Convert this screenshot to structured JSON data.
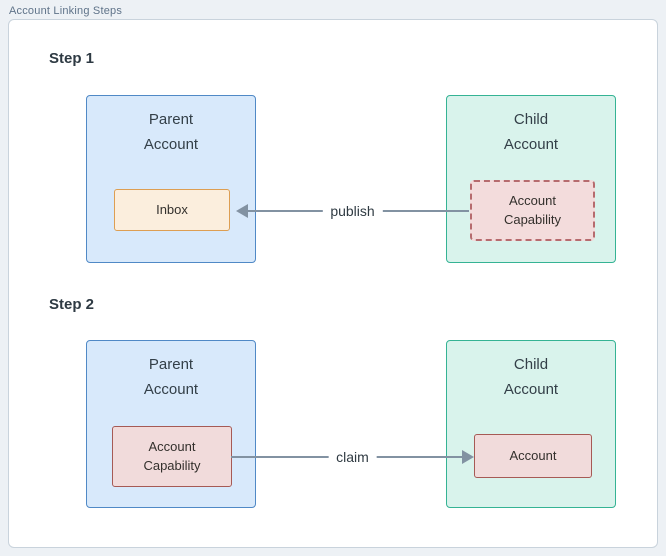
{
  "title": "Account Linking Steps",
  "colors": {
    "background": "#edf1f5",
    "panel": "#ffffff",
    "panel_border": "#c9d3dc",
    "parent_fill": "#d8e9fb",
    "parent_border": "#5089c6",
    "child_fill": "#d9f3ec",
    "child_border": "#35b394",
    "inbox_fill": "#fbeedd",
    "inbox_border": "#dd9e52",
    "capability_fill": "#f1dbdb",
    "capability_border": "#a65a55",
    "arrow": "#8292a2",
    "text": "#333333"
  },
  "steps": [
    {
      "heading": "Step 1",
      "parent": {
        "label": "Parent Account",
        "inner": "Inbox"
      },
      "child": {
        "label": "Child Account",
        "inner": "Account Capability"
      },
      "arrow": {
        "label": "publish",
        "direction": "left"
      }
    },
    {
      "heading": "Step 2",
      "parent": {
        "label": "Parent Account",
        "inner": "Account Capability"
      },
      "child": {
        "label": "Child Account",
        "inner": "Account"
      },
      "arrow": {
        "label": "claim",
        "direction": "right"
      }
    }
  ]
}
